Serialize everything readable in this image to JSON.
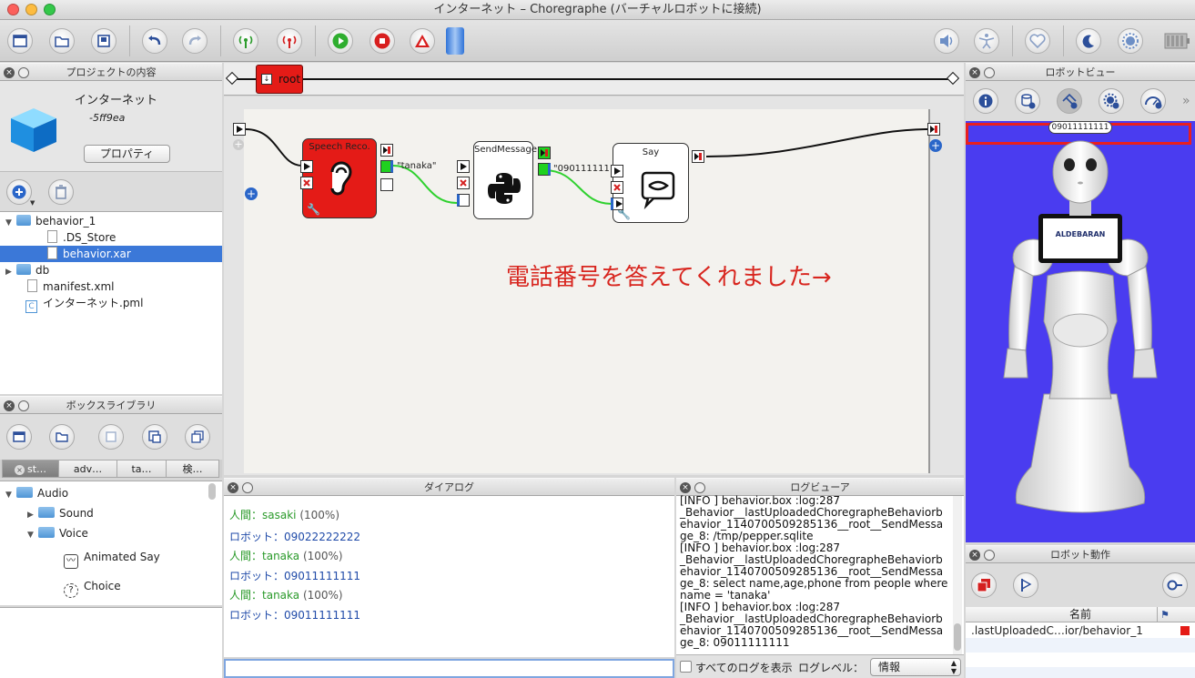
{
  "window": {
    "title": "インターネット – Choregraphe (バーチャルロボットに接続)"
  },
  "colors": {
    "accent_red": "#e41b17",
    "robot_view_bg": "#4a3cf0",
    "selection_blue": "#3b78d8",
    "human_green": "#2a9a2a",
    "robot_blue": "#1f4aa8",
    "annotation_red": "#d8261f"
  },
  "toolbar": {
    "icons": [
      "new-window-icon",
      "open-folder-icon",
      "save-icon",
      "undo-icon",
      "redo-icon",
      "connect-icon",
      "disconnect-icon",
      "play-icon",
      "stop-icon",
      "debug-icon",
      "volume-icon",
      "posture-icon",
      "heart-icon",
      "sleep-icon",
      "settings-icon",
      "battery-icon"
    ]
  },
  "project_panel": {
    "header": "プロジェクトの内容",
    "project_name": "インターネット",
    "project_id": "-5ff9ea",
    "properties_button": "プロパティ",
    "tree": [
      {
        "label": "behavior_1",
        "type": "folder",
        "expanded": true
      },
      {
        "label": ".DS_Store",
        "type": "file"
      },
      {
        "label": "behavior.xar",
        "type": "file",
        "selected": true
      },
      {
        "label": "db",
        "type": "folder",
        "expanded": false
      },
      {
        "label": "manifest.xml",
        "type": "file"
      },
      {
        "label": "インターネット.pml",
        "type": "pml"
      }
    ]
  },
  "box_library": {
    "header": "ボックスライブラリ",
    "tabs": [
      "st…",
      "adv…",
      "ta…",
      "検…"
    ],
    "tree": [
      {
        "label": "Audio"
      },
      {
        "label": "Sound"
      },
      {
        "label": "Voice"
      },
      {
        "label": "Animated Say"
      },
      {
        "label": "Choice"
      }
    ]
  },
  "flow": {
    "breadcrumb": "root",
    "boxes": {
      "speech": {
        "title": "Speech Reco."
      },
      "send": {
        "title": "SendMessage"
      },
      "say": {
        "title": "Say"
      }
    },
    "wire_labels": {
      "speech_out": "\"tanaka\"",
      "send_out": "\"09011111111"
    },
    "annotation": "電話番号を答えてくれました→"
  },
  "dialog": {
    "header": "ダイアログ",
    "lines": [
      {
        "speaker": "人間：",
        "text": "sasaki",
        "pct": " (100%)",
        "type": "human"
      },
      {
        "speaker": "ロボット：",
        "text": "09022222222",
        "pct": "",
        "type": "robot"
      },
      {
        "speaker": "人間：",
        "text": "tanaka",
        "pct": " (100%)",
        "type": "human"
      },
      {
        "speaker": "ロボット：",
        "text": "09011111111",
        "pct": "",
        "type": "robot"
      },
      {
        "speaker": "人間：",
        "text": "tanaka",
        "pct": " (100%)",
        "type": "human"
      },
      {
        "speaker": "ロボット：",
        "text": "09011111111",
        "pct": "",
        "type": "robot"
      }
    ],
    "input_value": ""
  },
  "log_viewer": {
    "header": "ログビューア",
    "text": "[INFO ] behavior.box :log:287\n_Behavior__lastUploadedChoregrapheBehaviorbehavior_1140700509285136__root__SendMessage_8: /tmp/pepper.sqlite\n[INFO ] behavior.box :log:287\n_Behavior__lastUploadedChoregrapheBehaviorbehavior_1140700509285136__root__SendMessage_8: select name,age,phone from people where name = 'tanaka'\n[INFO ] behavior.box :log:287\n_Behavior__lastUploadedChoregrapheBehaviorbehavior_1140700509285136__root__SendMessage_8: 09011111111",
    "show_all_label": "すべてのログを表示",
    "level_label": "ログレベル：",
    "level_value": "情報"
  },
  "robot_view": {
    "header": "ロボットビュー",
    "speech_bubble": "09011111111",
    "tablet_brand": "ALDEBARAN"
  },
  "robot_actions": {
    "header": "ロボット動作",
    "column_name": "名前",
    "rows": [
      {
        "name": ".lastUploadedC…ior/behavior_1"
      }
    ]
  }
}
